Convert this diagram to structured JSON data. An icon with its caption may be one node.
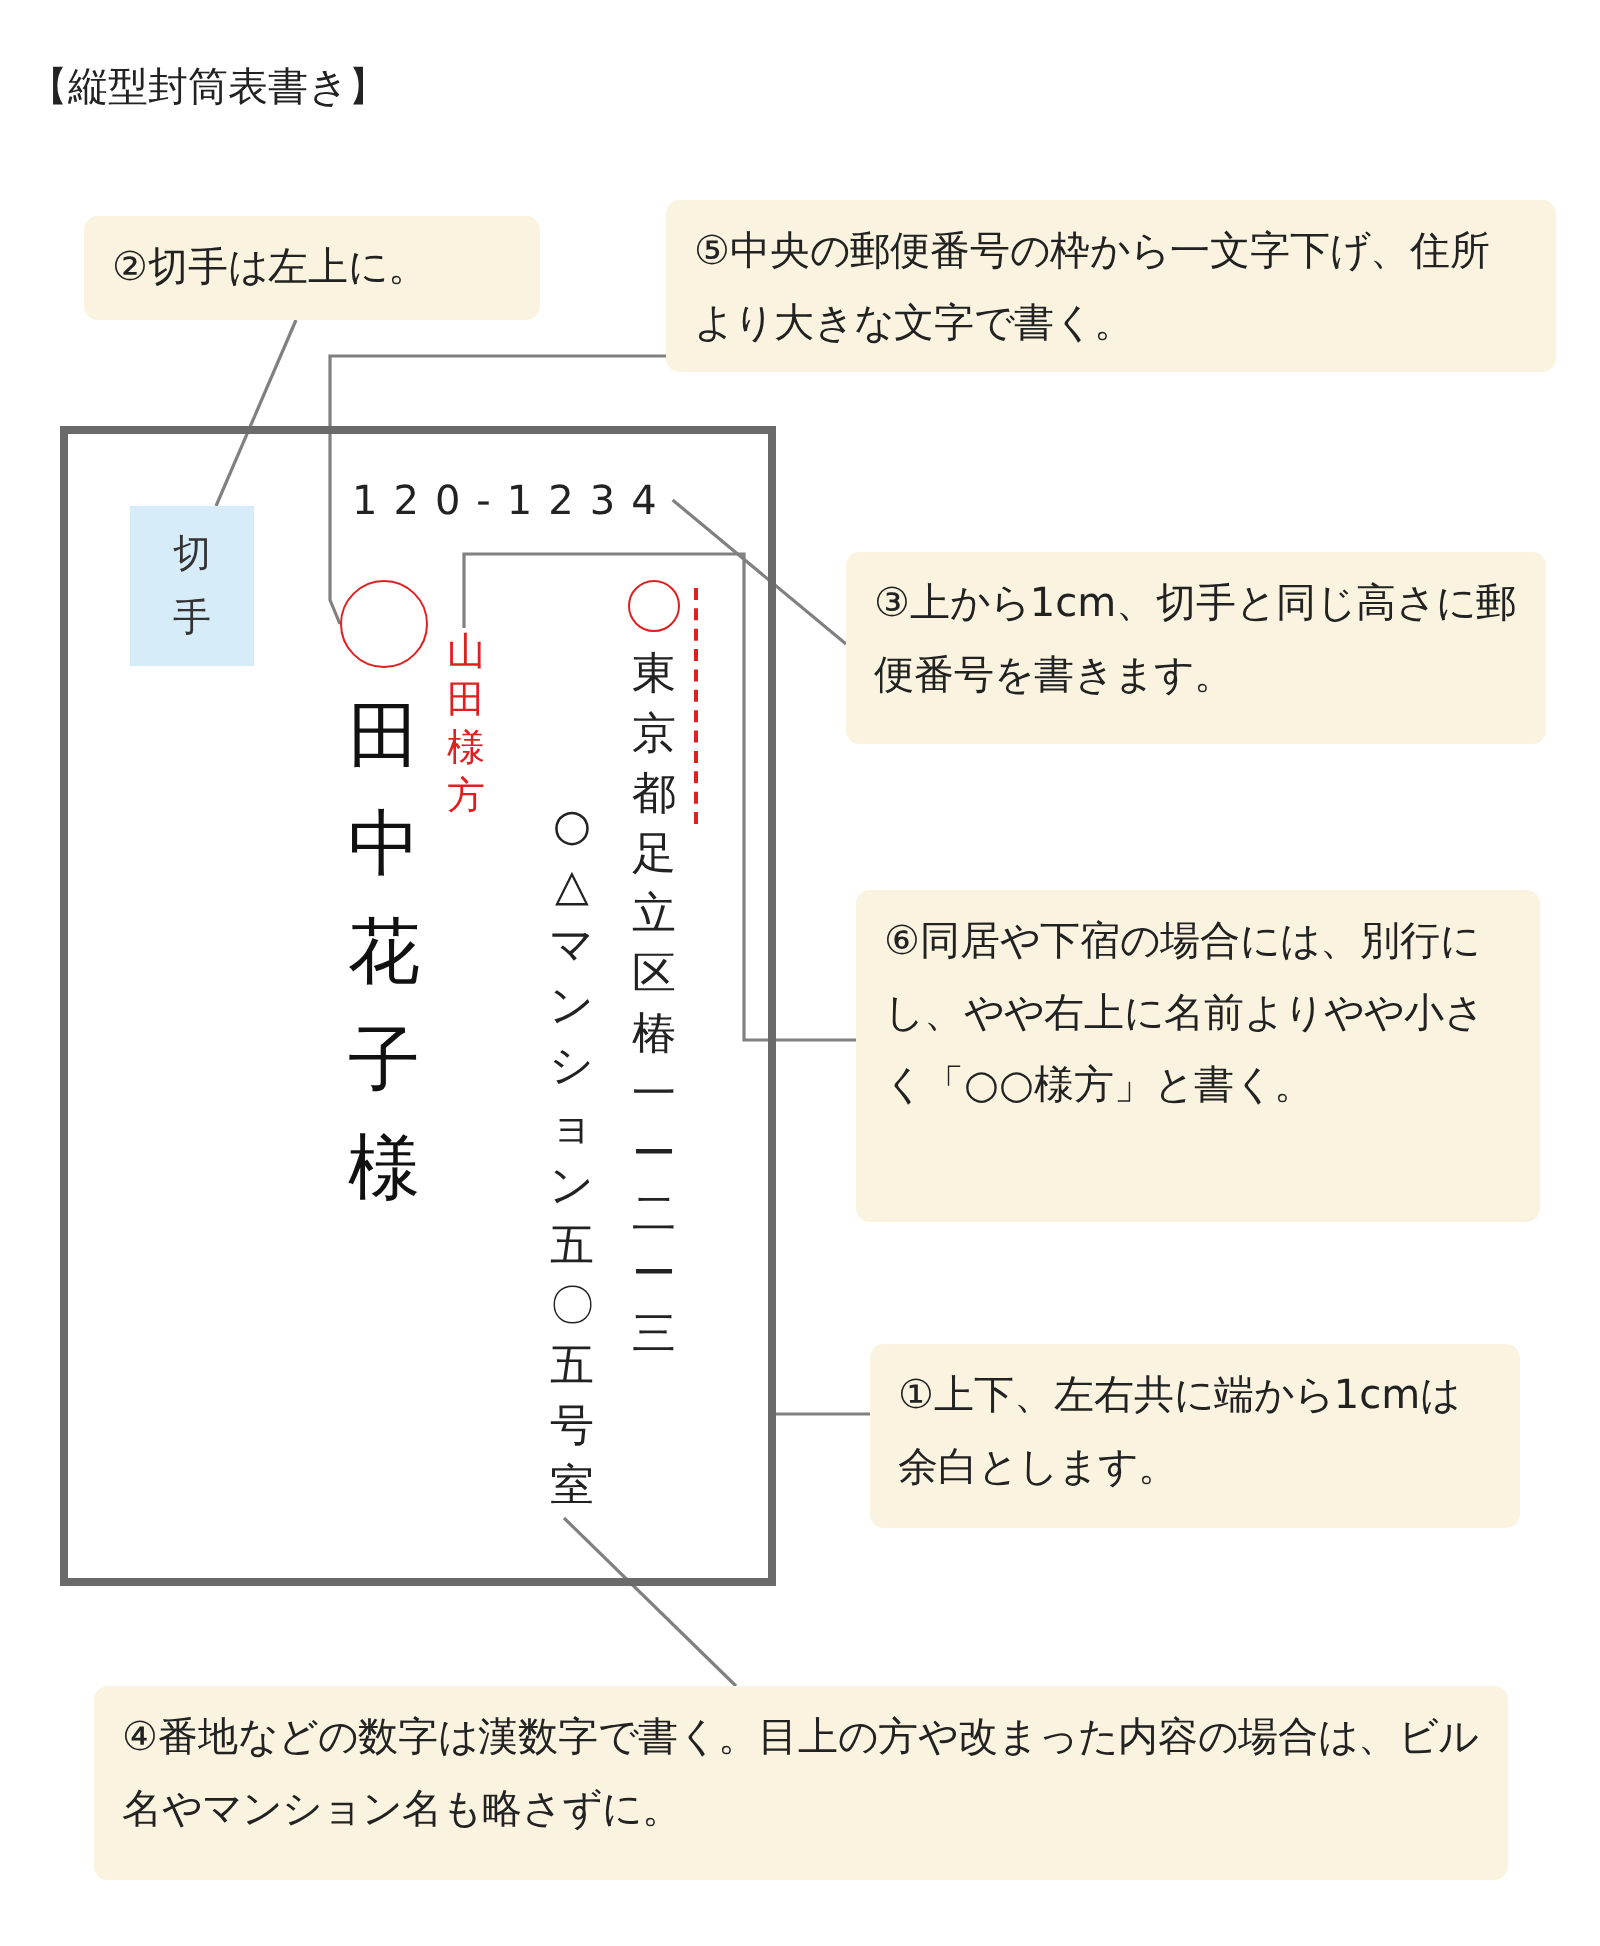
{
  "diagram": {
    "title": "【縦型封筒表書き】",
    "nodes": [
      {
        "text": [],
        "shape": "box"
      },
      {
        "text": [
          "切手"
        ],
        "in": 0
      },
      {
        "text": [
          "120-1234"
        ],
        "in": 0
      },
      {
        "text": [],
        "shape": "circle",
        "in": 0
      },
      {
        "text": [
          "田中花子様"
        ],
        "in": 0
      },
      {
        "text": [
          "山田様方"
        ],
        "in": 0
      },
      {
        "text": [],
        "shape": "circle",
        "in": 0
      },
      {
        "text": [
          "東京都足立区椿一ー二ー三"
        ],
        "in": 0
      },
      {
        "text": [
          "○△マンション五〇五号室"
        ],
        "in": 0
      },
      {
        "text": [
          "②切手は左上に。"
        ]
      },
      {
        "text": [
          "⑤中央の郵便番号の枠から一文字下げ、住所より大きな文字で書く。"
        ]
      },
      {
        "text": [
          "③上から1cm、切手と同じ高さに郵便番号を書きます。"
        ]
      },
      {
        "text": [
          "⑥同居や下宿の場合には、別行にし、やや右上に名前よりやや小さく「○○様方」と書く。"
        ]
      },
      {
        "text": [
          "①上下、左右共に端から1cmは余白とします。"
        ]
      },
      {
        "text": [
          "④番地などの数字は漢数字で書く。目上の方や改まった内容の場合は、ビル名やマンション名も略さずに。"
        ]
      }
    ],
    "edges": [
      {
        "from": 9,
        "to": 1,
        "arrow": "none"
      },
      {
        "from": 10,
        "to": 3,
        "arrow": "none"
      },
      {
        "from": 11,
        "to": 2,
        "arrow": "none"
      },
      {
        "from": 12,
        "to": 5,
        "arrow": "none"
      },
      {
        "from": 13,
        "to": 0,
        "arrow": "none"
      },
      {
        "from": 14,
        "to": 8,
        "arrow": "none"
      }
    ]
  }
}
